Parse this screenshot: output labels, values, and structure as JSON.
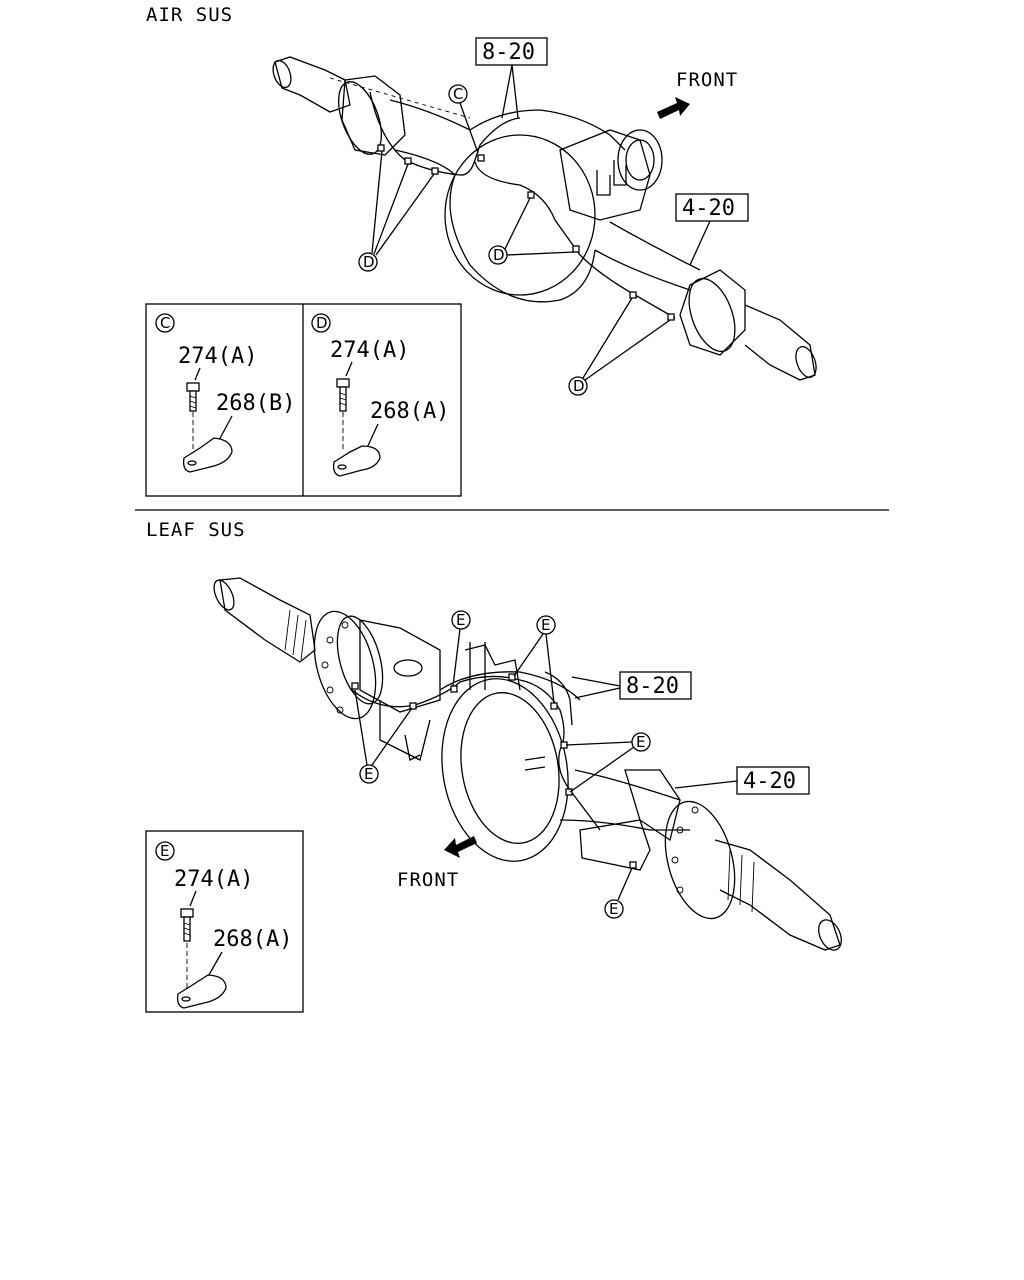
{
  "air": {
    "title": "AIR SUS",
    "ref_top": "8-20",
    "ref_mid": "4-20",
    "front": "FRONT",
    "callout_c": "C",
    "callout_d": "D",
    "box_c": {
      "letter": "C",
      "bolt": "274(A)",
      "clip": "268(B)"
    },
    "box_d": {
      "letter": "D",
      "bolt": "274(A)",
      "clip": "268(A)"
    }
  },
  "leaf": {
    "title": "LEAF SUS",
    "ref_top": "8-20",
    "ref_mid": "4-20",
    "front": "FRONT",
    "callout_e": "E",
    "box_e": {
      "letter": "E",
      "bolt": "274(A)",
      "clip": "268(A)"
    }
  }
}
